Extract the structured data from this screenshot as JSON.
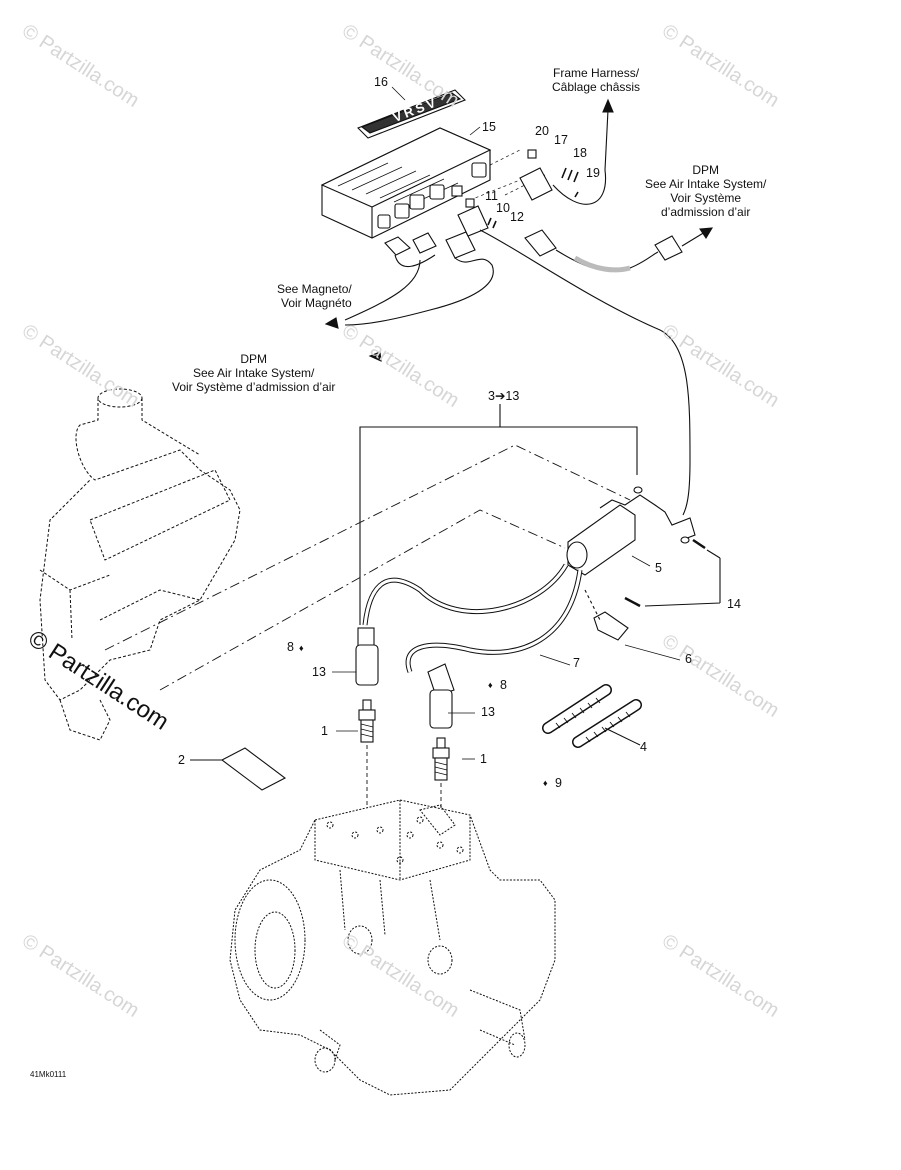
{
  "watermark": {
    "text": "© Partzilla.com"
  },
  "callouts": {
    "frame_harness": [
      "Frame Harness/",
      "Câblage châssis"
    ],
    "dpm_right": [
      "DPM",
      "See Air Intake System/",
      "Voir Système",
      "d’admission d’air"
    ],
    "magneto": [
      "See Magneto/",
      "Voir Magnéto"
    ],
    "dpm_left": [
      "DPM",
      "See Air Intake System/",
      "Voir Système d’admission d’air"
    ],
    "range_3_13": "3➔13"
  },
  "part_numbers": {
    "p1": "1",
    "p2": "2",
    "p4": "4",
    "p5": "5",
    "p6": "6",
    "p7": "7",
    "p8": "8",
    "p9": "9",
    "p10": "10",
    "p11": "11",
    "p12": "12",
    "p13": "13",
    "p14": "14",
    "p15": "15",
    "p16": "16",
    "p17": "17",
    "p18": "18",
    "p19": "19",
    "p20": "20"
  },
  "logo_text": "VRSV",
  "footer_code": "41Mk0111"
}
